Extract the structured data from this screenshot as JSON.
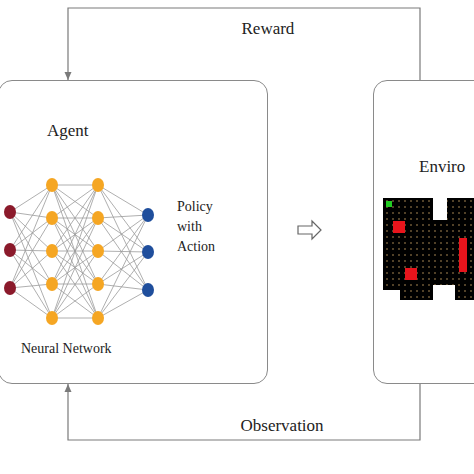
{
  "diagram": {
    "nodes": [
      {
        "text": [
          "Agent",
          "Policy with Action",
          "Neural Network"
        ]
      },
      {
        "text": [
          "Enviro"
        ]
      }
    ],
    "edges": [
      {
        "from": 1,
        "to": 0,
        "arrow": "to",
        "label": "Reward"
      },
      {
        "from": 0,
        "to": 1,
        "arrow": "to"
      },
      {
        "from": 1,
        "to": 0,
        "arrow": "to",
        "label": "Observation"
      }
    ]
  }
}
